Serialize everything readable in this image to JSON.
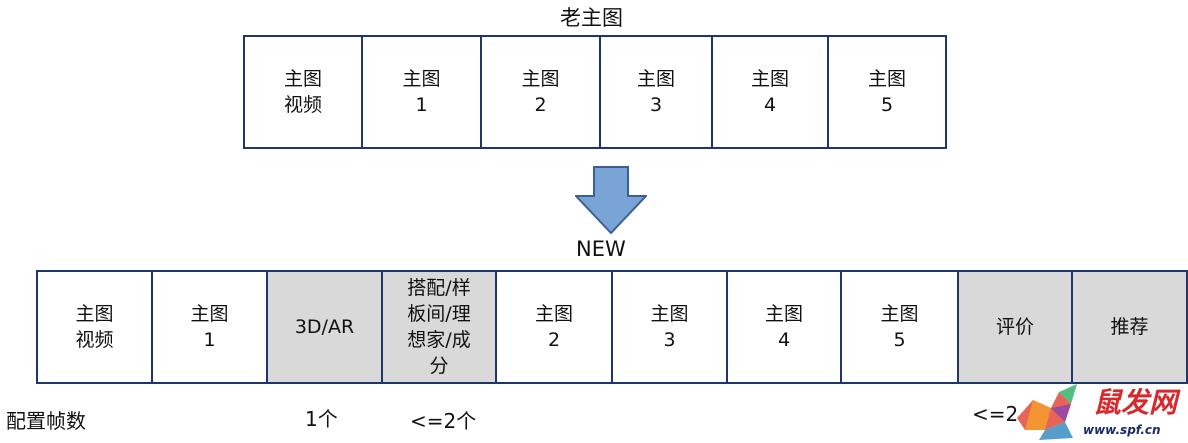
{
  "old": {
    "title": "老主图",
    "cells": [
      {
        "label": "主图\n视频"
      },
      {
        "label": "主图\n1"
      },
      {
        "label": "主图\n2"
      },
      {
        "label": "主图\n3"
      },
      {
        "label": "主图\n4"
      },
      {
        "label": "主图\n5"
      }
    ]
  },
  "new": {
    "title": "NEW",
    "cells": [
      {
        "label": "主图\n视频",
        "shaded": false
      },
      {
        "label": "主图\n1",
        "shaded": false
      },
      {
        "label": "3D/AR",
        "shaded": true
      },
      {
        "label": "搭配/样\n板间/理\n想家/成\n分",
        "shaded": true
      },
      {
        "label": "主图\n2",
        "shaded": false
      },
      {
        "label": "主图\n3",
        "shaded": false
      },
      {
        "label": "主图\n4",
        "shaded": false
      },
      {
        "label": "主图\n5",
        "shaded": false
      },
      {
        "label": "评价",
        "shaded": true
      },
      {
        "label": "推荐",
        "shaded": true
      }
    ]
  },
  "footer": {
    "row_label": "配置帧数",
    "counts": [
      "1个",
      "<=2个",
      "<=2"
    ]
  },
  "watermark": {
    "text": "鼠发网",
    "url": "www.spf.cn"
  },
  "colors": {
    "border": "#20366b",
    "shaded": "#d9d9d9",
    "arrow_fill": "#7ba4d6",
    "arrow_stroke": "#3b5f94"
  }
}
